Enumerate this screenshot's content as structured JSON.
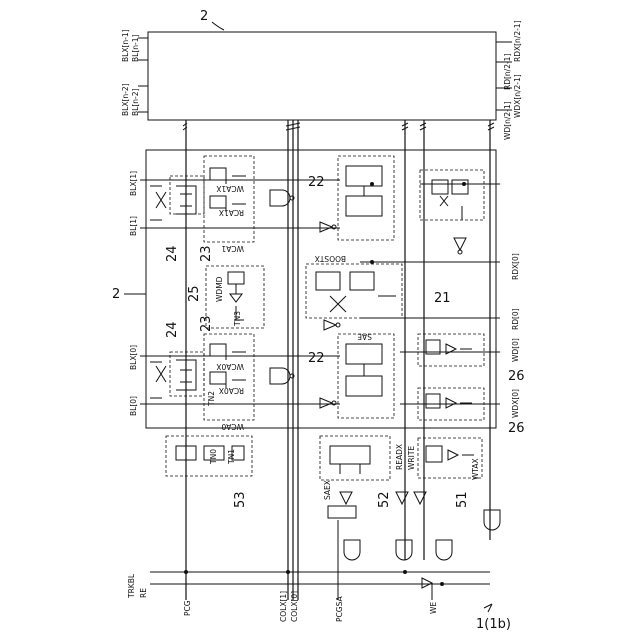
{
  "figure_label": "1(1b)",
  "refs": {
    "array_block": "2",
    "array_block_inner": "2",
    "sense_amp_top": "22",
    "sense_amp_bot": "22",
    "write_amp_top": "23",
    "write_amp_bot": "23",
    "precharge_top": "24",
    "precharge_bot": "24",
    "dummy_cell": "25",
    "boost_circuit": "21",
    "write_driver_top": "26",
    "write_driver_bot": "26",
    "timing_51": "51",
    "timing_52": "52",
    "tracking_53": "53"
  },
  "top_array_labels": {
    "blx_n1": "BLX[n-1]",
    "bl_n1": "BL[n-1]",
    "blx_n2": "BLX[n-2]",
    "bl_n2": "BL[n-2]",
    "rdx_n21": "RDX[n/2-1]",
    "rd_n21": "RD[n/2-1]",
    "wdx_n21": "WDX[n/2-1]",
    "wd_n21": "WD[n/2-1]"
  },
  "left_labels": {
    "blx1": "BLX[1]",
    "bl1": "BL[1]",
    "blx0": "BLX[0]",
    "bl0": "BL[0]"
  },
  "right_labels": {
    "rdx0": "RDX[0]",
    "rd0": "RD[0]",
    "wd0": "WD[0]",
    "wdx0": "WDX[0]"
  },
  "bottom_labels": {
    "trkbl": "TRKBL",
    "re": "RE",
    "pcg": "PCG",
    "colx1": "COLX[1]",
    "colx0": "COLX[0]",
    "pcgsa": "PCGSA",
    "we": "WE"
  },
  "signal_labels": {
    "wca1x": "WCA1X",
    "rca1x": "RCA1X",
    "wca1": "WCA1",
    "boostx": "BOOSTX",
    "wdmd": "WDMD",
    "tn3": "TN3",
    "sae": "SAE",
    "wca0x": "WCA0X",
    "rca0x": "RCA0X",
    "wca0": "WCA0",
    "tn2": "TN2",
    "readx": "READX",
    "write": "WRITE",
    "saex": "SAEX",
    "wtax": "WTAX",
    "tn0": "TN0",
    "tn1": "TN1"
  }
}
